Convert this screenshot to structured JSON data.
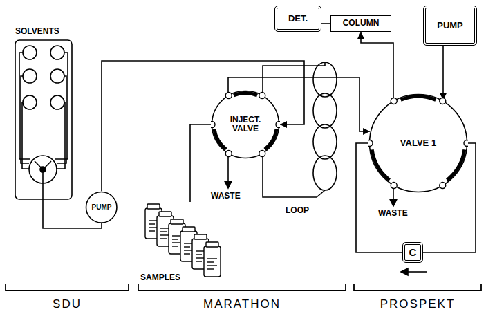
{
  "diagram": {
    "nodes": [
      {
        "text": [
          "PUMP"
        ]
      },
      {
        "text": [
          "INJECT. VALVE"
        ]
      },
      {
        "text": [
          "DET."
        ]
      },
      {
        "text": [
          "COLUMN"
        ]
      },
      {
        "text": [
          "PUMP"
        ]
      },
      {
        "text": [
          "VALVE 1"
        ]
      },
      {
        "text": [
          "C"
        ]
      }
    ],
    "edges": [
      {
        "from": 0,
        "to": 1,
        "arrow": "to"
      },
      {
        "from": 1,
        "to": 5,
        "arrow": "to"
      },
      {
        "from": 5,
        "to": 3,
        "arrow": "to"
      },
      {
        "from": 3,
        "to": 2,
        "arrow": "none"
      },
      {
        "from": 4,
        "to": 5,
        "arrow": "to"
      },
      {
        "from": 5,
        "to": 6,
        "arrow": "none"
      },
      {
        "from": 6,
        "to": 5,
        "arrow": "none"
      }
    ],
    "labels": [
      "SOLVENTS",
      "WASTE",
      "LOOP",
      "WASTE",
      "SAMPLES",
      "SDU",
      "MARATHON",
      "PROSPEKT"
    ]
  }
}
